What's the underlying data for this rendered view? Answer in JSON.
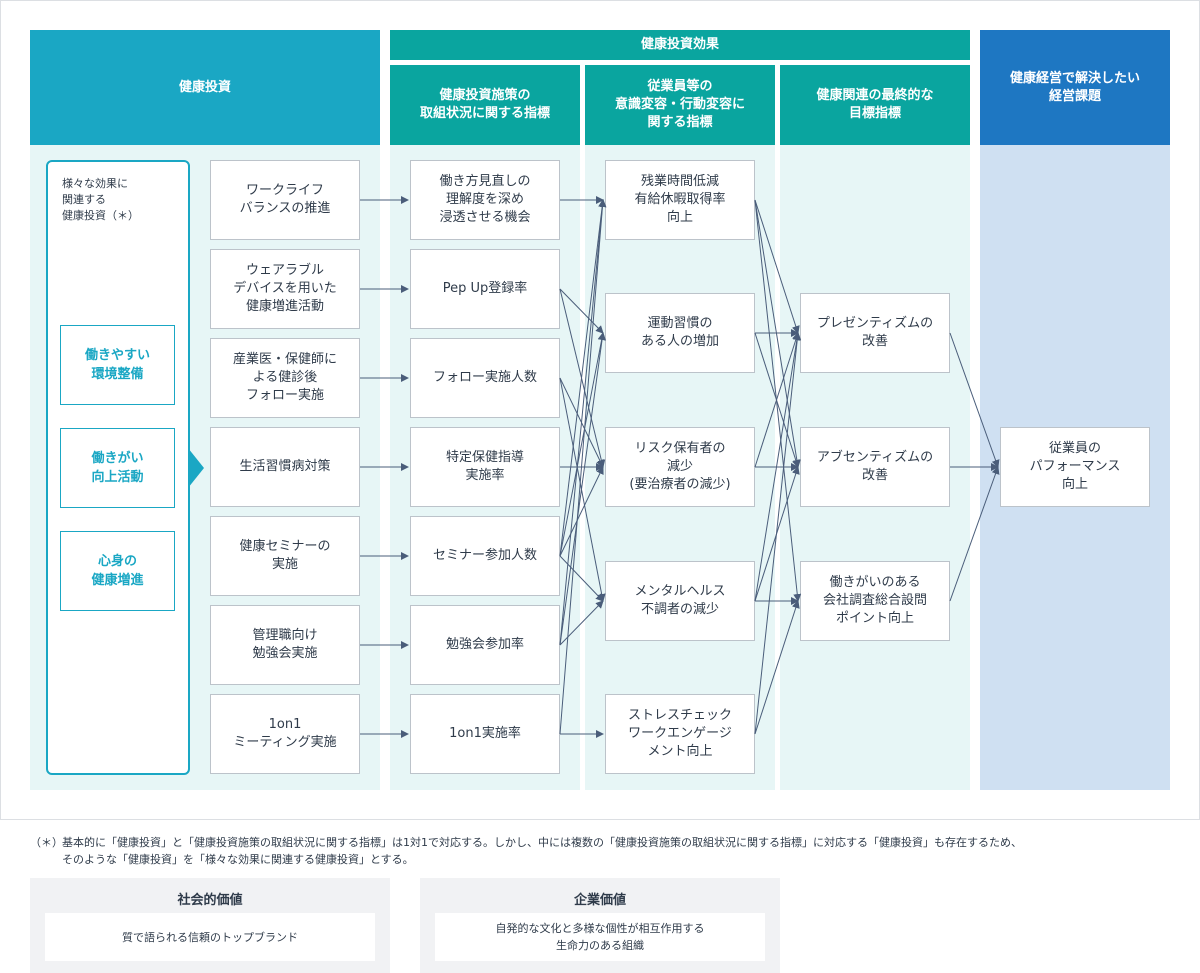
{
  "headers": {
    "effects_group": "健康投資効果",
    "investment": "健康投資",
    "col2": "健康投資施策の\n取組状況に関する指標",
    "col3": "従業員等の\n意識変容・行動変容に\n関する指標",
    "col4": "健康関連の最終的な\n目標指標",
    "col5": "健康経営で解決したい\n経営課題"
  },
  "left_panel": {
    "note": "様々な効果に\n関連する\n健康投資（＊）",
    "categories": [
      "働きやすい\n環境整備",
      "働きがい\n向上活動",
      "心身の\n健康増進"
    ]
  },
  "investments": [
    "ワークライフ\nバランスの推進",
    "ウェアラブル\nデバイスを用いた\n健康増進活動",
    "産業医・保健師に\nよる健診後\nフォロー実施",
    "生活習慣病対策",
    "健康セミナーの\n実施",
    "管理職向け\n勉強会実施",
    "1on1\nミーティング実施"
  ],
  "indicators": [
    "働き方見直しの\n理解度を深め\n浸透させる機会",
    "Pep Up登録率",
    "フォロー実施人数",
    "特定保健指導\n実施率",
    "セミナー参加人数",
    "勉強会参加率",
    "1on1実施率"
  ],
  "behaviors": [
    "残業時間低減\n有給休暇取得率\n向上",
    "運動習慣の\nある人の増加",
    "リスク保有者の\n減少\n(要治療者の減少)",
    "メンタルヘルス\n不調者の減少",
    "ストレスチェック\nワークエンゲージ\nメント向上"
  ],
  "goals": [
    "プレゼンティズムの\n改善",
    "アブセンティズムの\n改善",
    "働きがいのある\n会社調査総合設問\nポイント向上"
  ],
  "issue": "従業員の\nパフォーマンス\n向上",
  "footnote": {
    "mark": "（＊）",
    "text": "基本的に「健康投資」と「健康投資施策の取組状況に関する指標」は1対1で対応する。しかし、中には複数の「健康投資施策の取組状況に関する指標」に対応する「健康投資」も存在するため、\nそのような「健康投資」を「様々な効果に関連する健康投資」とする。"
  },
  "values": [
    {
      "title": "社会的価値",
      "text": "質で語られる信頼のトップブランド"
    },
    {
      "title": "企業価値",
      "text": "自発的な文化と多様な個性が相互作用する\n生命力のある組織"
    }
  ],
  "colors": {
    "teal": "#0aa59f",
    "cyan": "#1aa7c4",
    "blue": "#1e77c2",
    "column_bg": "#e7f6f6",
    "issue_bg": "#cfe0f2",
    "arrow": "#4a5d7a"
  }
}
